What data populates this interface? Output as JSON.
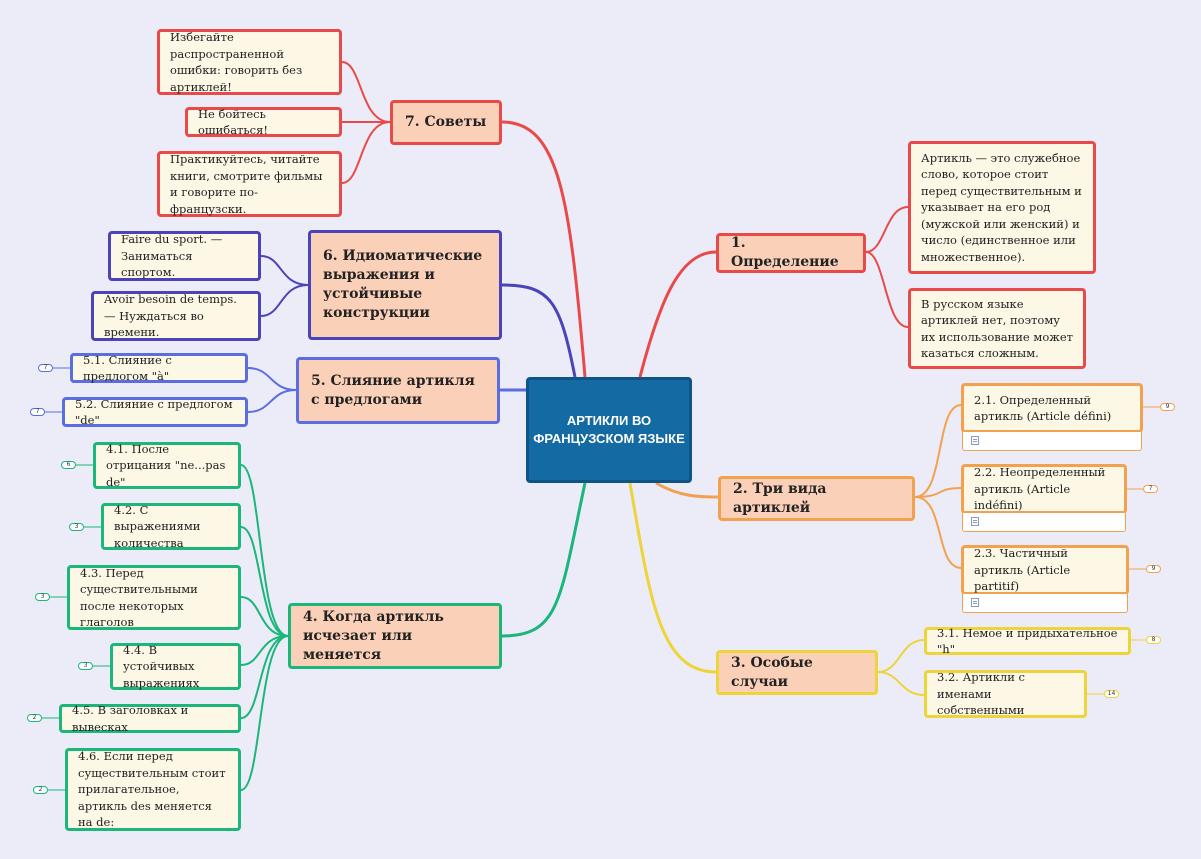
{
  "colors": {
    "center_fill": "#146aa2",
    "topic_fill": "#fbd0b8",
    "leaf_fill": "#fdf8e6",
    "branch_1": "#e84a4a",
    "branch_2": "#f2a24f",
    "branch_3": "#ecd43a",
    "branch_4": "#1ab67a",
    "branch_5": "#5a6ee0",
    "branch_6": "#4b44b8",
    "branch_7": "#e84a4a"
  },
  "center": {
    "title": "АРТИКЛИ ВО ФРАНЦУЗСКОМ ЯЗЫКЕ"
  },
  "topics": {
    "t1": {
      "title": "1. Определение"
    },
    "t2": {
      "title": "2. Три вида артиклей"
    },
    "t3": {
      "title": "3. Особые случаи"
    },
    "t4": {
      "title": "4. Когда артикль исчезает или меняется"
    },
    "t5": {
      "title": "5. Слияние артикля с предлогами"
    },
    "t6": {
      "title": "6. Идиоматические выражения и устойчивые конструкции"
    },
    "t7": {
      "title": "7. Советы"
    }
  },
  "leaves": {
    "l1a": {
      "text": "Артикль — это служебное слово, которое стоит перед существительным и указывает на его род (мужской или женский) и число (единственное или множественное)."
    },
    "l1b": {
      "text": "В русском языке артиклей нет, поэтому их использование может казаться сложным."
    },
    "l2a": {
      "text": "2.1. Определенный артикль (Article défini)",
      "count": "9"
    },
    "l2b": {
      "text": "2.2. Неопределенный артикль (Article indéfini)",
      "count": "7"
    },
    "l2c": {
      "text": "2.3. Частичный артикль (Article partitif)",
      "count": "9"
    },
    "l3a": {
      "text": "3.1. Немое и придыхательное \"h\"",
      "count": "8"
    },
    "l3b": {
      "text": "3.2. Артикли с именами собственными",
      "count": "14"
    },
    "l4a": {
      "text": "4.1. После отрицания \"ne...pas de\"",
      "count": "6"
    },
    "l4b": {
      "text": "4.2. С выражениями количества",
      "count": "3"
    },
    "l4c": {
      "text": "4.3. Перед существительными после некоторых глаголов",
      "count": "3"
    },
    "l4d": {
      "text": "4.4. В устойчивых выражениях",
      "count": "3"
    },
    "l4e": {
      "text": "4.5. В заголовках и вывесках",
      "count": "2"
    },
    "l4f": {
      "text": "4.6. Если перед существительным стоит прилагательное, артикль des меняется на de:",
      "count": "2"
    },
    "l5a": {
      "text": "5.1. Слияние с предлогом \"à\"",
      "count": "7"
    },
    "l5b": {
      "text": "5.2. Слияние с предлогом \"de\"",
      "count": "7"
    },
    "l6a": {
      "text": "Faire du sport. — Заниматься спортом."
    },
    "l6b": {
      "text": "Avoir besoin de temps. — Нуждаться во времени."
    },
    "l7a": {
      "text": "Избегайте распространенной ошибки: говорить без артиклей!"
    },
    "l7b": {
      "text": "Не бойтесь ошибаться!"
    },
    "l7c": {
      "text": "Практикуйтесь, читайте книги, смотрите фильмы и говорите по-французски."
    }
  }
}
